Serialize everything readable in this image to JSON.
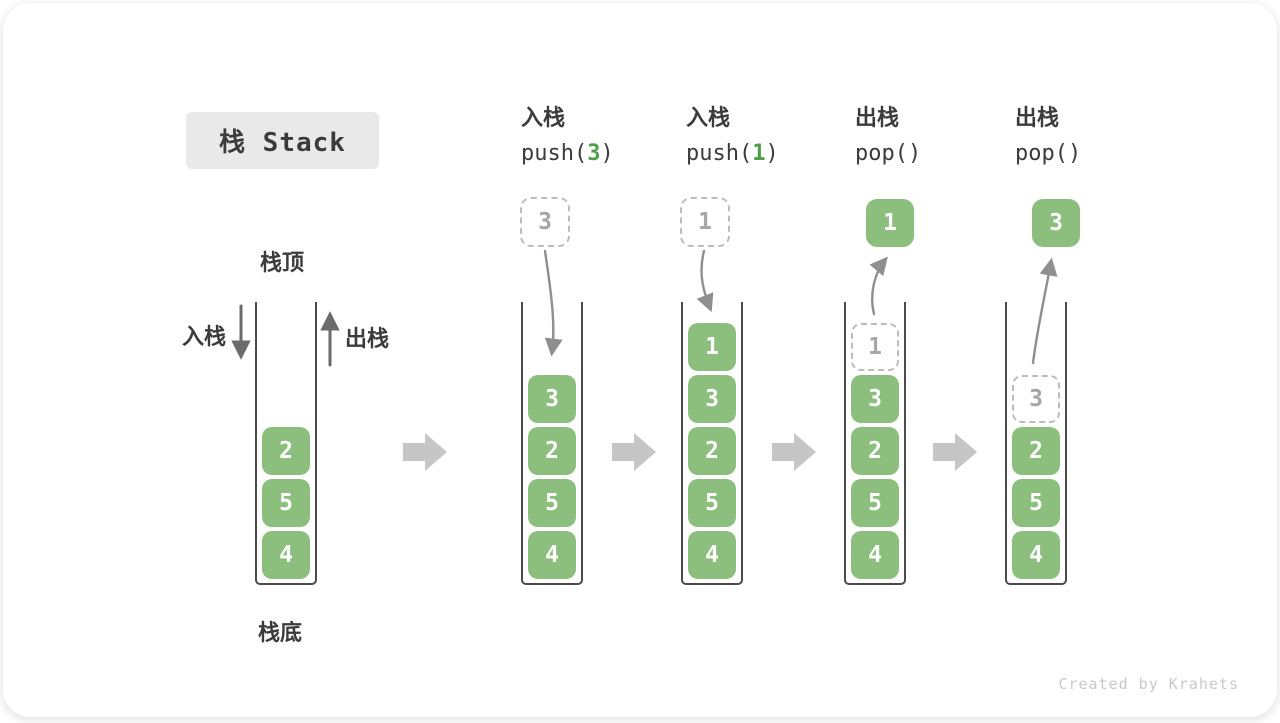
{
  "title": "栈 Stack",
  "watermark": "Created by Krahets",
  "colors": {
    "card-bg": "#ffffff",
    "green": "#8cbf7e",
    "arg-green": "#4f9e4a",
    "ink": "#3b3b3b",
    "title-bg": "#e9e9e9",
    "wall": "#4b4b4b",
    "ghost-border": "#bcbcbc",
    "ghost-text": "#a6a6a6",
    "curve-arrow": "#8f8f8f",
    "straight-arrow": "#6b6b6b",
    "flow-arrow": "#c6c6c6",
    "watermark-color": "#c9c9c9"
  },
  "legend": {
    "stack_top": "栈顶",
    "stack_bottom": "栈底",
    "push": "入栈",
    "pop": "出栈"
  },
  "steps": [
    {
      "op": "入栈",
      "code_pre": "push(",
      "arg": "3",
      "code_post": ")",
      "moving_value": "3"
    },
    {
      "op": "入栈",
      "code_pre": "push(",
      "arg": "1",
      "code_post": ")",
      "moving_value": "1"
    },
    {
      "op": "出栈",
      "code_pre": "pop(",
      "arg": "",
      "code_post": ")",
      "moving_value": "1"
    },
    {
      "op": "出栈",
      "code_pre": "pop(",
      "arg": "",
      "code_post": ")",
      "moving_value": "3"
    }
  ],
  "stacks": [
    {
      "items": [
        "2",
        "5",
        "4"
      ]
    },
    {
      "items": [
        "3",
        "2",
        "5",
        "4"
      ]
    },
    {
      "items": [
        "1",
        "3",
        "2",
        "5",
        "4"
      ]
    },
    {
      "ghost": "1",
      "items": [
        "3",
        "2",
        "5",
        "4"
      ]
    },
    {
      "ghost": "3",
      "items": [
        "2",
        "5",
        "4"
      ]
    }
  ]
}
